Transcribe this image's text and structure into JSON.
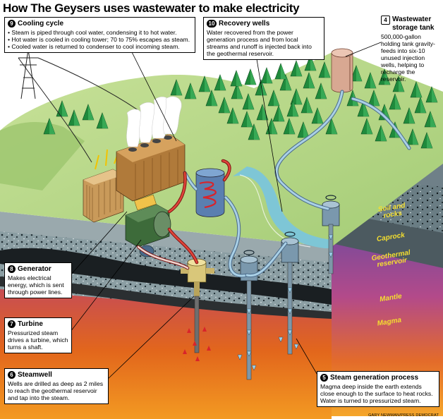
{
  "title": "How The Geysers uses wastewater to make electricity",
  "callouts": {
    "cooling": {
      "number": "9",
      "heading": "Cooling cycle",
      "lines": [
        "• Steam is piped through cool water, condensing it to hot water.",
        "• Hot water is cooled in cooling tower; 70 to 75% escapes as steam.",
        "• Cooled water is returned to condenser to cool incoming steam."
      ]
    },
    "recovery": {
      "number": "10",
      "heading": "Recovery wells",
      "text": "Water recovered from the power generation process and from local streams and runoff is injected back into the geothermal reservoir."
    },
    "tank": {
      "number": "4",
      "heading": "Wastewater storage tank",
      "text": "500,000-gallon holding tank gravity-feeds into six-10 unused injection wells, helping to recharge the reservoir."
    },
    "generator": {
      "number": "8",
      "heading": "Generator",
      "text": "Makes electrical energy, which is sent through power lines."
    },
    "turbine": {
      "number": "7",
      "heading": "Turbine",
      "text": "Pressurized steam drives a turbine, which turns a shaft."
    },
    "steamwell": {
      "number": "6",
      "heading": "Steamwell",
      "text": "Wells are drilled as deep as 2 miles to reach the geothermal reservoir and tap into the steam."
    },
    "steamgen": {
      "number": "5",
      "heading": "Steam generation process",
      "text": "Magma deep inside the earth extends close enough to the surface to heat rocks. Water is turned to pressurized steam."
    }
  },
  "layers": {
    "soil": "Soil and rocks",
    "caprock": "Caprock",
    "reservoir": "Geothermal reservoir",
    "mantle": "Mantle",
    "magma": "Magma"
  },
  "credit": "GARY NEWMAN/PRESS DEMOCRAT",
  "colors": {
    "grass": "#b9d98a",
    "trees": "#1f8a3c",
    "soil": "#7a8f92",
    "caprock": "#5a6a70",
    "magma": "#e26a1c",
    "pipe": "#9fc8df",
    "steam_red": "#d8242a"
  }
}
